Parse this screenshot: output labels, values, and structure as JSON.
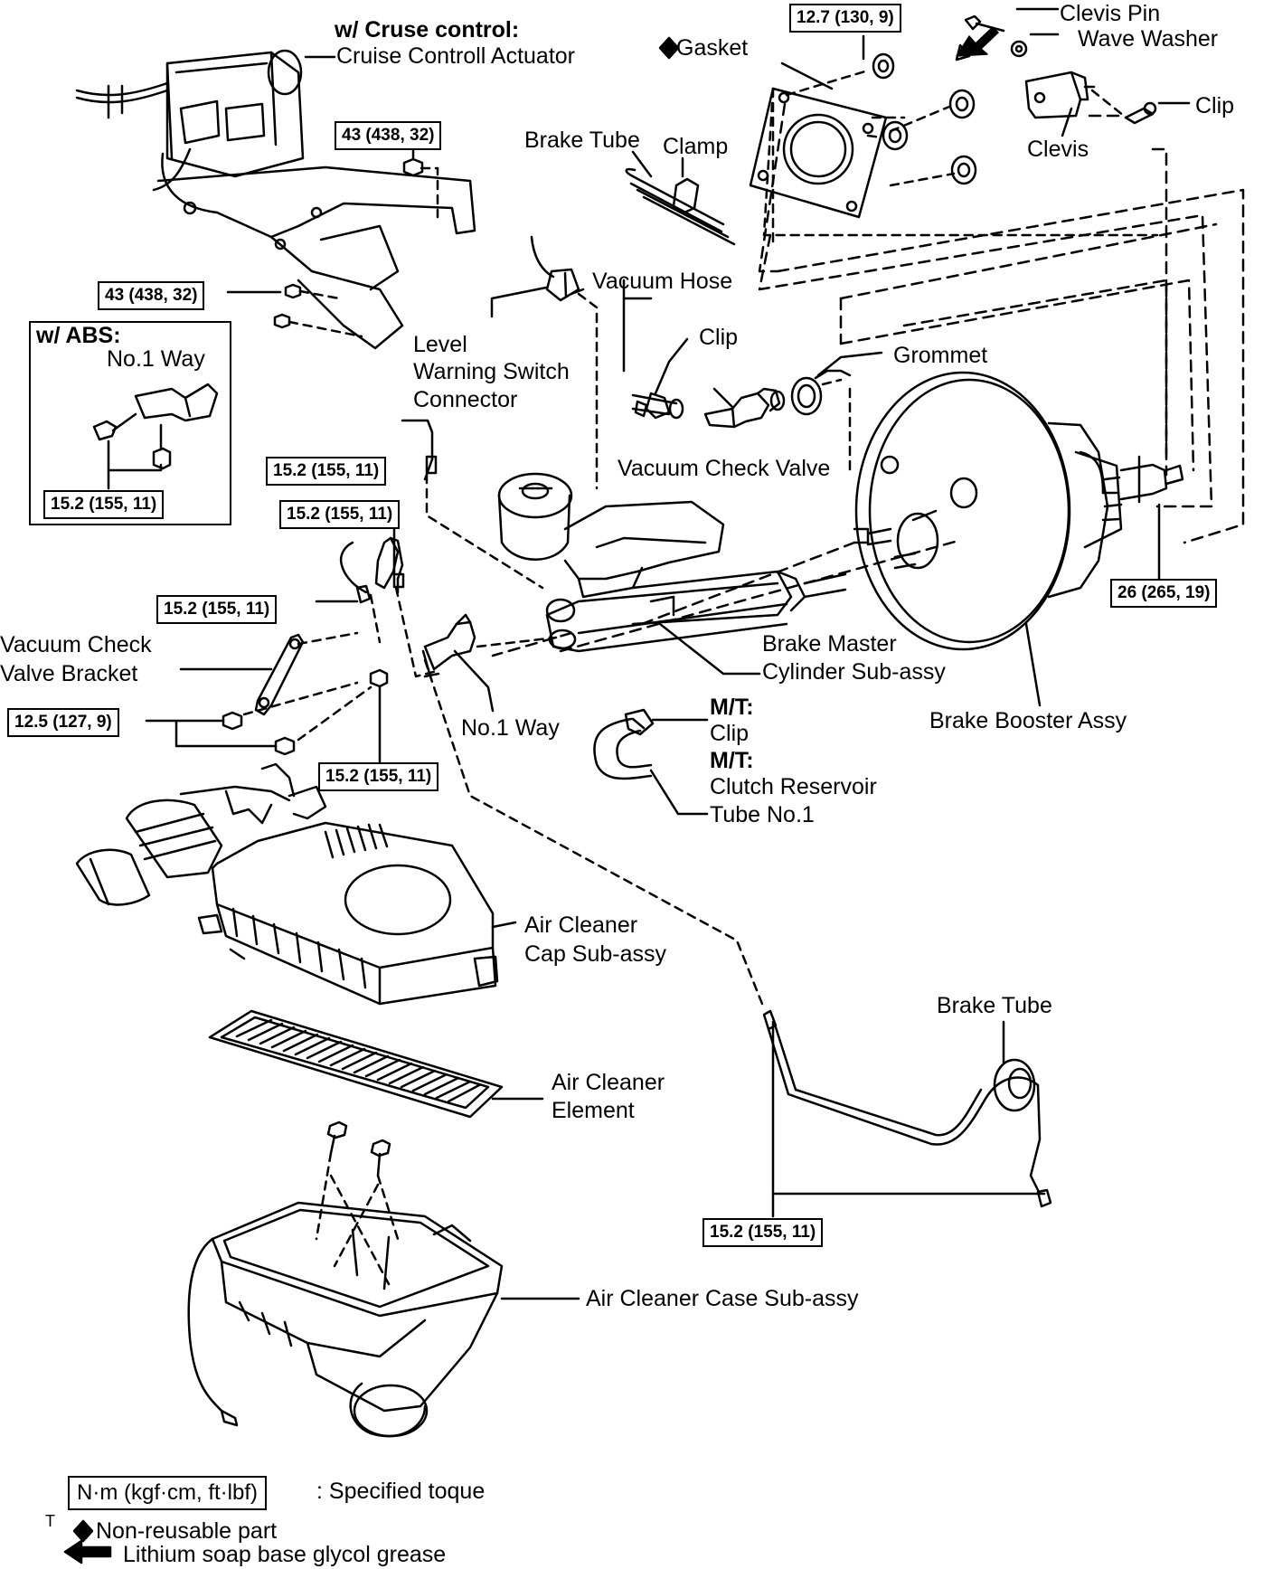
{
  "figure_code": "T",
  "cruise": {
    "title": "w/ Cruse control:",
    "actuator": "Cruise Controll Actuator"
  },
  "abs": {
    "title": "w/ ABS:",
    "no1_way": "No.1 Way",
    "torque": "15.2 (155, 11)"
  },
  "labels": {
    "gasket": "Gasket",
    "clevis_pin": "Clevis Pin",
    "wave_washer": "Wave Washer",
    "clip_top": "Clip",
    "clevis": "Clevis",
    "brake_tube_top": "Brake Tube",
    "clamp": "Clamp",
    "vacuum_hose": "Vacuum Hose",
    "clip_mid": "Clip",
    "grommet": "Grommet",
    "level_warning": [
      "Level",
      "Warning Switch",
      "Connector"
    ],
    "vacuum_check_valve": "Vacuum Check Valve",
    "vacuum_check_valve_bracket": [
      "Vacuum Check",
      "Valve Bracket"
    ],
    "brake_master": [
      "Brake Master",
      "Cylinder Sub-assy"
    ],
    "brake_booster": "Brake Booster Assy",
    "no1_way": "No.1 Way",
    "mt_clip": [
      "M/T:",
      "Clip"
    ],
    "mt_clutch": [
      "M/T:",
      "Clutch Reservoir",
      "Tube No.1"
    ],
    "air_cleaner_cap": [
      "Air Cleaner",
      "Cap Sub-assy"
    ],
    "air_cleaner_element": [
      "Air Cleaner",
      "Element"
    ],
    "brake_tube_bottom": "Brake Tube",
    "air_cleaner_case": "Air Cleaner Case Sub-assy"
  },
  "torques": {
    "t_12_7": "12.7 (130, 9)",
    "t_43_a": "43 (438, 32)",
    "t_43_b": "43 (438, 32)",
    "t_15_2_a": "15.2 (155, 11)",
    "t_15_2_b": "15.2 (155, 11)",
    "t_15_2_c": "15.2 (155, 11)",
    "t_26": "26 (265, 19)",
    "t_12_5": "12.5 (127, 9)",
    "t_15_2_d": "15.2 (155, 11)",
    "t_15_2_e": "15.2 (155, 11)"
  },
  "legend": {
    "torque_unit": "N·m (kgf·cm, ft·lbf)",
    "torque_desc": ": Specified toque",
    "non_reusable": "Non-reusable part",
    "grease": "Lithium soap base glycol grease"
  }
}
